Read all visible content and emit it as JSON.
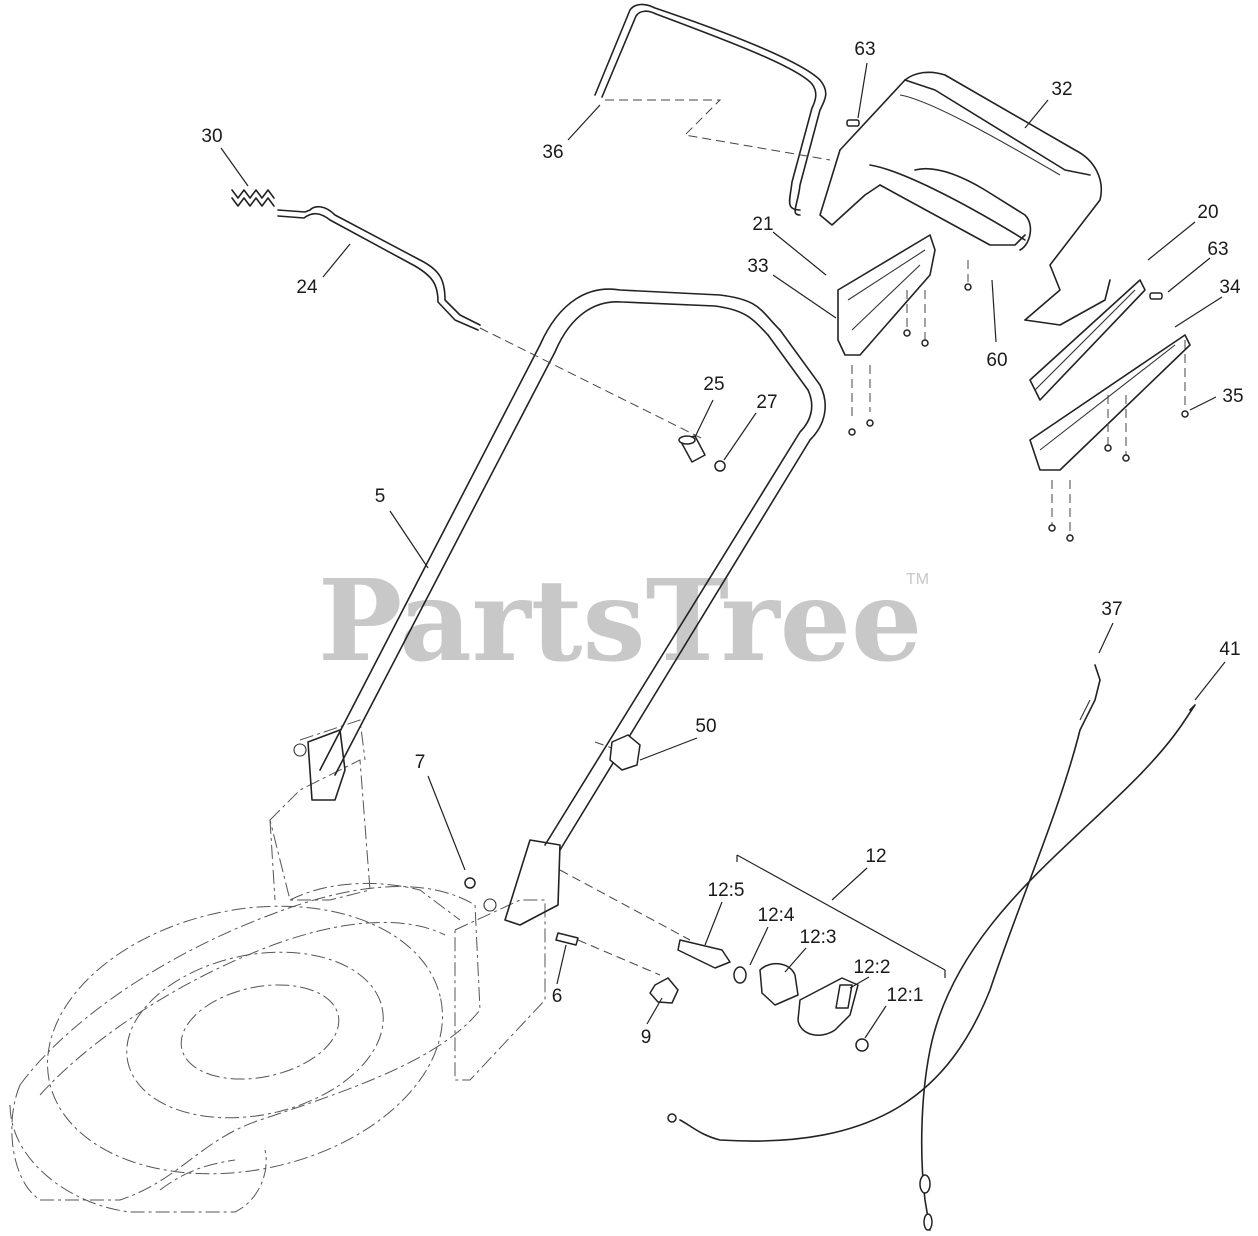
{
  "watermark": {
    "brand": "PartsTree",
    "tm": "TM"
  },
  "callouts": {
    "c63a": "63",
    "c32": "32",
    "c30": "30",
    "c36": "36",
    "c21": "21",
    "c20": "20",
    "c63b": "63",
    "c33": "33",
    "c34": "34",
    "c24": "24",
    "c60": "60",
    "c35": "35",
    "c25": "25",
    "c27": "27",
    "c5": "5",
    "c37": "37",
    "c41": "41",
    "c50": "50",
    "c7": "7",
    "c12": "12",
    "c12_5": "12:5",
    "c12_4": "12:4",
    "c12_3": "12:3",
    "c12_2": "12:2",
    "c12_1": "12:1",
    "c6": "6",
    "c9": "9"
  }
}
